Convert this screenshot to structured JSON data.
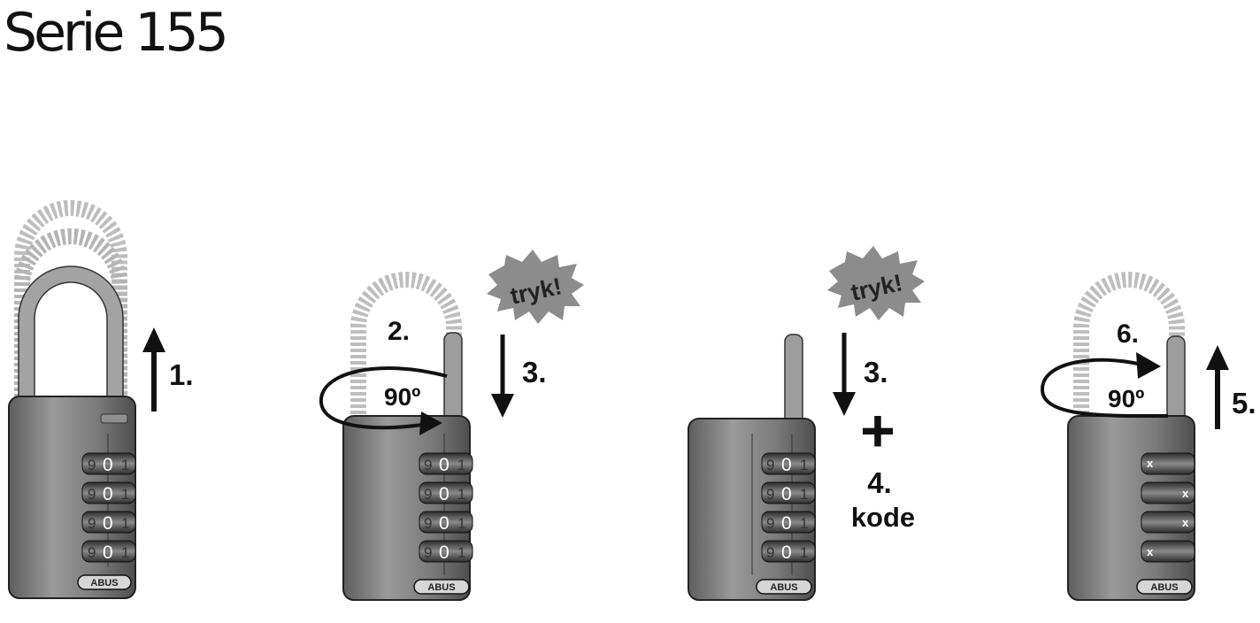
{
  "title": "Serie 155",
  "brand": "ABUS",
  "dial_digits": [
    "9",
    "0",
    "1"
  ],
  "set_mark": "x",
  "burst_text": "tryk!",
  "steps": {
    "s1": "1.",
    "s2": "2.",
    "s3": "3.",
    "s4": "4.",
    "s4_text": "kode",
    "s5": "5.",
    "s6": "6.",
    "angle": "90º",
    "plus": "+"
  },
  "colors": {
    "body": "#7d7d7d",
    "shackle": "#a8a8a8",
    "burst": "#8c8c8c"
  }
}
